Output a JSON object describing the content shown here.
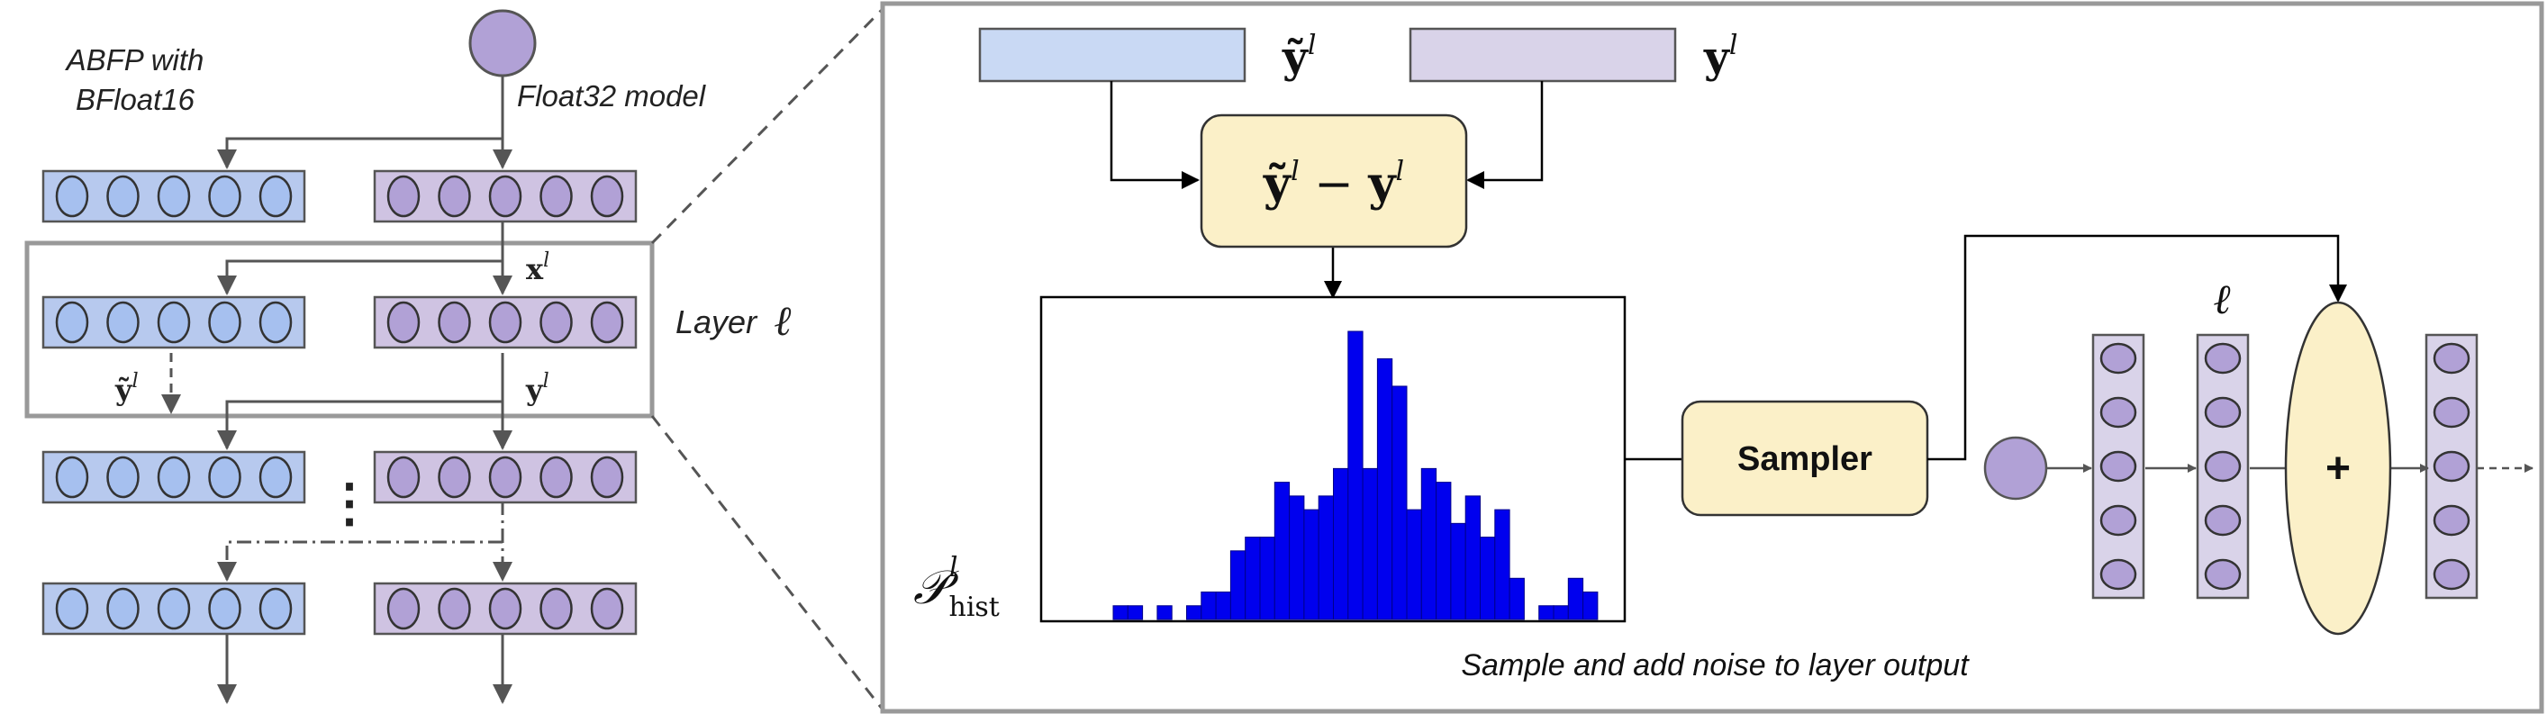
{
  "left": {
    "abfp_line1": "ABFP with",
    "abfp_line2": "BFloat16",
    "float32_label": "Float32 model",
    "layer_word": "Layer",
    "layer_symbol": "ℓ",
    "x_label": "x",
    "ytilde_label": "ỹ",
    "y_label": "y",
    "sup_l": "l",
    "ellipsis": "⋮",
    "colors": {
      "blue_fill": "#b7c9ee",
      "purple_fill": "#cfc3e2",
      "node_blue": "#a6c0ef",
      "node_purple": "#b1a1d6",
      "edge": "#555555"
    }
  },
  "right": {
    "ytilde_label": "ỹ",
    "y_label": "y",
    "sup_l": "l",
    "diff_box": {
      "ytilde": "ỹ",
      "minus": " − ",
      "y": "y",
      "sup_l": "l"
    },
    "hist_label": "𝒫",
    "hist_sub": "hist",
    "hist_sup": "l",
    "sampler_label": "Sampler",
    "layer_symbol": "ℓ",
    "plus_label": "+",
    "caption": "Sample and add noise to layer output",
    "colors": {
      "bar": "#0000ee",
      "bar_edge": "#00008b",
      "cream": "#fbf0c8",
      "blue_bar": "#c9d9f4",
      "purple_bar": "#d9d3e9"
    }
  },
  "chart_data": {
    "type": "bar",
    "title": "",
    "xlabel": "",
    "ylabel": "",
    "values": [
      1,
      1,
      0,
      1,
      0,
      1,
      2,
      2,
      5,
      6,
      6,
      10,
      9,
      8,
      9,
      11,
      21,
      11,
      19,
      17,
      8,
      11,
      10,
      7,
      9,
      6,
      8,
      3,
      0,
      1,
      1,
      3,
      2
    ],
    "grid": false
  }
}
